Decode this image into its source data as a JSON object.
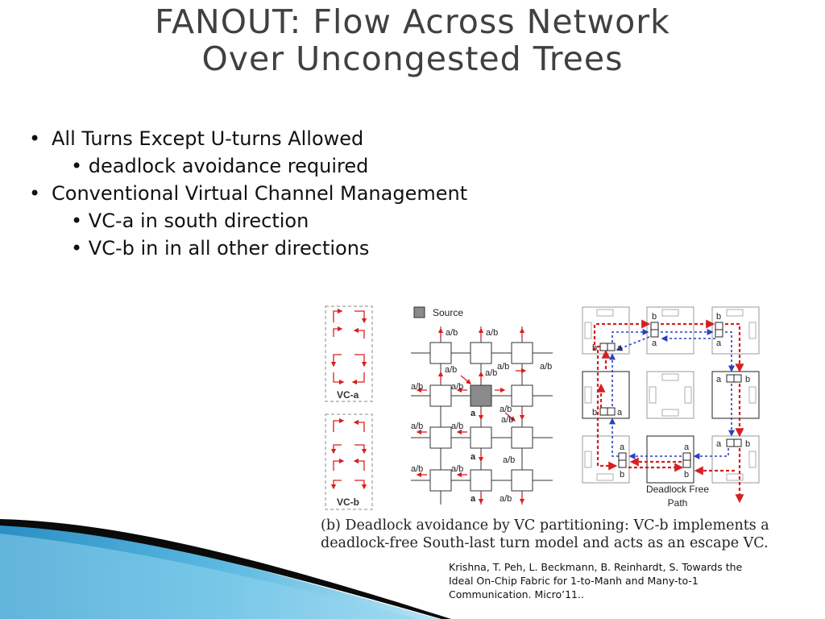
{
  "slide": {
    "title_line1": "FANOUT: Flow Across Network",
    "title_line2": "Over Uncongested Trees",
    "bullets": [
      {
        "marker": "•",
        "text": "All Turns Except U-turns Allowed",
        "sub": [
          {
            "text": "• deadlock avoidance required"
          }
        ]
      },
      {
        "marker": "•",
        "text": "Conventional Virtual Channel Management",
        "sub": [
          {
            "text": "• VC-a in south direction"
          },
          {
            "text": "• VC-b in in all other directions"
          }
        ]
      }
    ]
  },
  "figure": {
    "legend_vca": "VC-a",
    "legend_vcb": "VC-b",
    "source_label": "Source",
    "ab_label": "a/b",
    "a_label": "a",
    "b_label": "b",
    "deadlock_line1": "Deadlock Free",
    "deadlock_line2": "Path",
    "caption_line1": "(b) Deadlock avoidance by VC partitioning:  VC-b implements a",
    "caption_line2": "deadlock-free South-last turn model and acts as an escape VC."
  },
  "reference": {
    "line1": "Krishna, T. Peh, L. Beckmann, B. Reinhardt, S. Towards the",
    "line2": "Ideal On-Chip Fabric for 1-to-Manh and Many-to-1",
    "line3": "Communication. Micro’11.."
  },
  "colors": {
    "title": "#404040",
    "arrow_red": "#d62020",
    "arrow_blue": "#2a3fbf",
    "swoosh_dark": "#0a0a0a",
    "swoosh_blue": "#2b8fc4",
    "swoosh_light": "#8fd3ef"
  }
}
